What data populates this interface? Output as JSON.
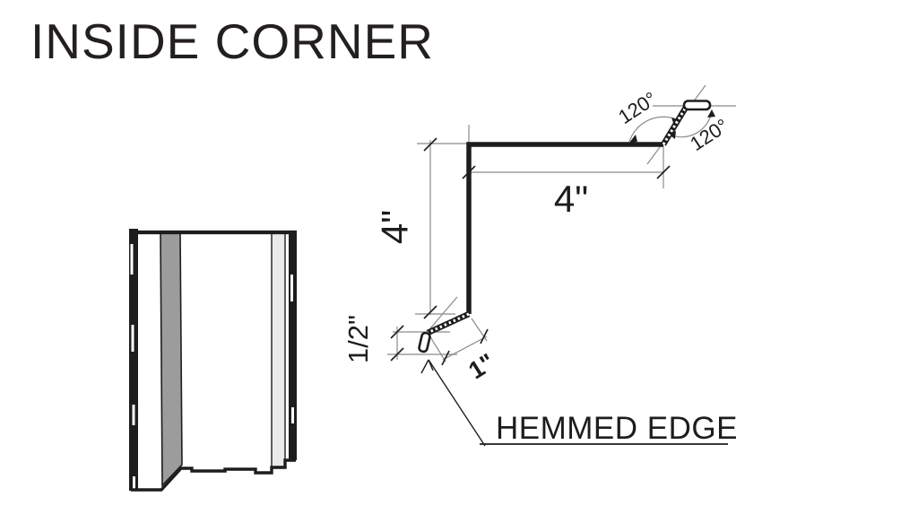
{
  "title": "INSIDE CORNER",
  "profile": {
    "vertical_leg": "4\"",
    "horizontal_leg": "4\"",
    "hem": "1/2\"",
    "kick": "1\"",
    "angle_upper_left": "120°",
    "angle_lower_right": "120°",
    "callout": "HEMMED EDGE"
  },
  "colors": {
    "ink": "#1d1d1d",
    "construction_line": "#8b8b8b",
    "shaded_face": "#9c9c9c",
    "light_face": "#eaeaea",
    "background": "#ffffff"
  }
}
